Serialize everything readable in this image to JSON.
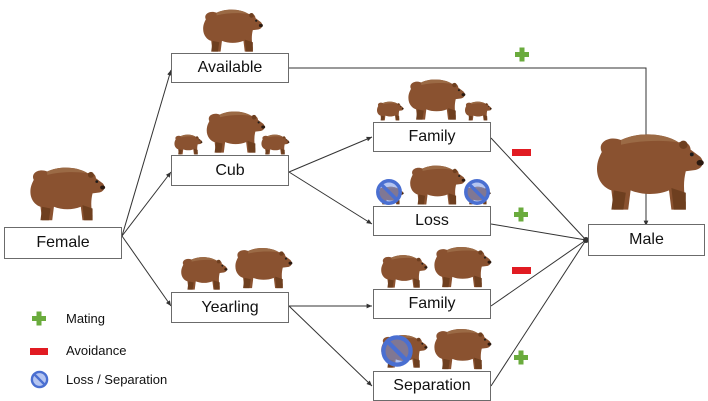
{
  "colors": {
    "bear_dark": "#6e3f1f",
    "bear_mid": "#8a5230",
    "bear_light": "#9b6a45",
    "plus": "#6aab3d",
    "minus": "#e11b22",
    "loss_ring": "#4a6fd1",
    "line": "#333333",
    "box_border": "#6b6b6b"
  },
  "nodes": {
    "female": "Female",
    "available": "Available",
    "cub": "Cub",
    "yearling": "Yearling",
    "family_cub": "Family",
    "loss": "Loss",
    "family_yearling": "Family",
    "separation": "Separation",
    "male": "Male"
  },
  "legend": {
    "mating": "Mating",
    "avoidance": "Avoidance",
    "loss_separation": "Loss / Separation"
  },
  "icons": {
    "mating": "plus-icon",
    "avoidance": "minus-icon",
    "loss_separation": "no-sign-icon",
    "animal": "bear-icon"
  }
}
